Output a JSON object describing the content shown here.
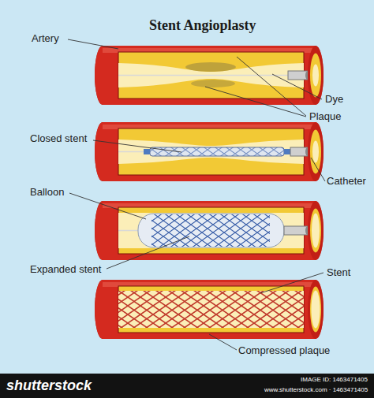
{
  "diagram": {
    "title": "Stent Angioplasty",
    "labels": [
      "Artery",
      "Dye",
      "Plaque",
      "Closed stent",
      "Catheter",
      "Balloon",
      "Expanded stent",
      "Stent",
      "Compressed plaque",
      "shutterstock",
      "IMAGE ID: 1463471405",
      "www.shutterstock.com · 1463471405"
    ]
  }
}
